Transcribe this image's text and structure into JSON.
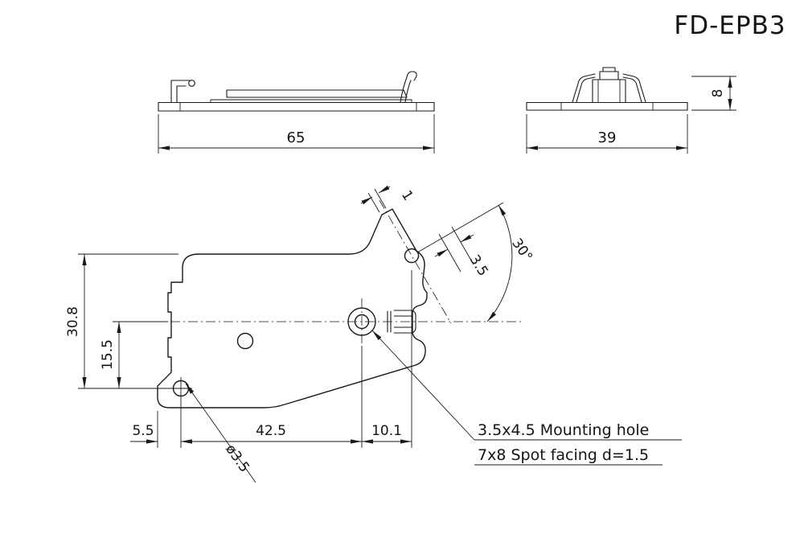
{
  "title": "FD-EPB3",
  "top_view": {
    "width": "65"
  },
  "end_view": {
    "width": "39",
    "height": "8"
  },
  "plan_view": {
    "overall_height": "30.8",
    "center_height": "15.5",
    "left_offset": "5.5",
    "hole_span": "42.5",
    "right_span": "10.1",
    "hole_diameter": "ø3.5",
    "tab_thickness": "1",
    "tab_width": "3.5",
    "bend_angle": "30°"
  },
  "notes": {
    "mounting_hole": "3.5x4.5 Mounting hole",
    "spot_facing": "7x8 Spot facing d=1.5"
  },
  "colors": {
    "ink": "#1a1a1a",
    "background": "#ffffff"
  }
}
